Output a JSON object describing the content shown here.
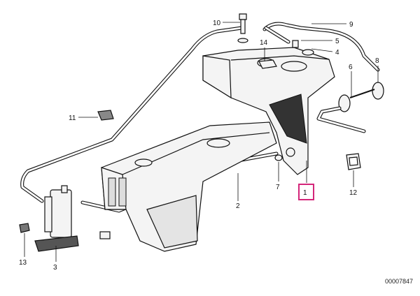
{
  "callouts": {
    "c1": "1",
    "c2": "2",
    "c3": "3",
    "c4": "4",
    "c5": "5",
    "c6": "6",
    "c7": "7",
    "c8": "8",
    "c9": "9",
    "c10": "10",
    "c11": "11",
    "c12": "12",
    "c13": "13",
    "c14": "14"
  },
  "highlighted_callout": "1",
  "highlight_color": "#d4267a",
  "reference_number": "00007847"
}
